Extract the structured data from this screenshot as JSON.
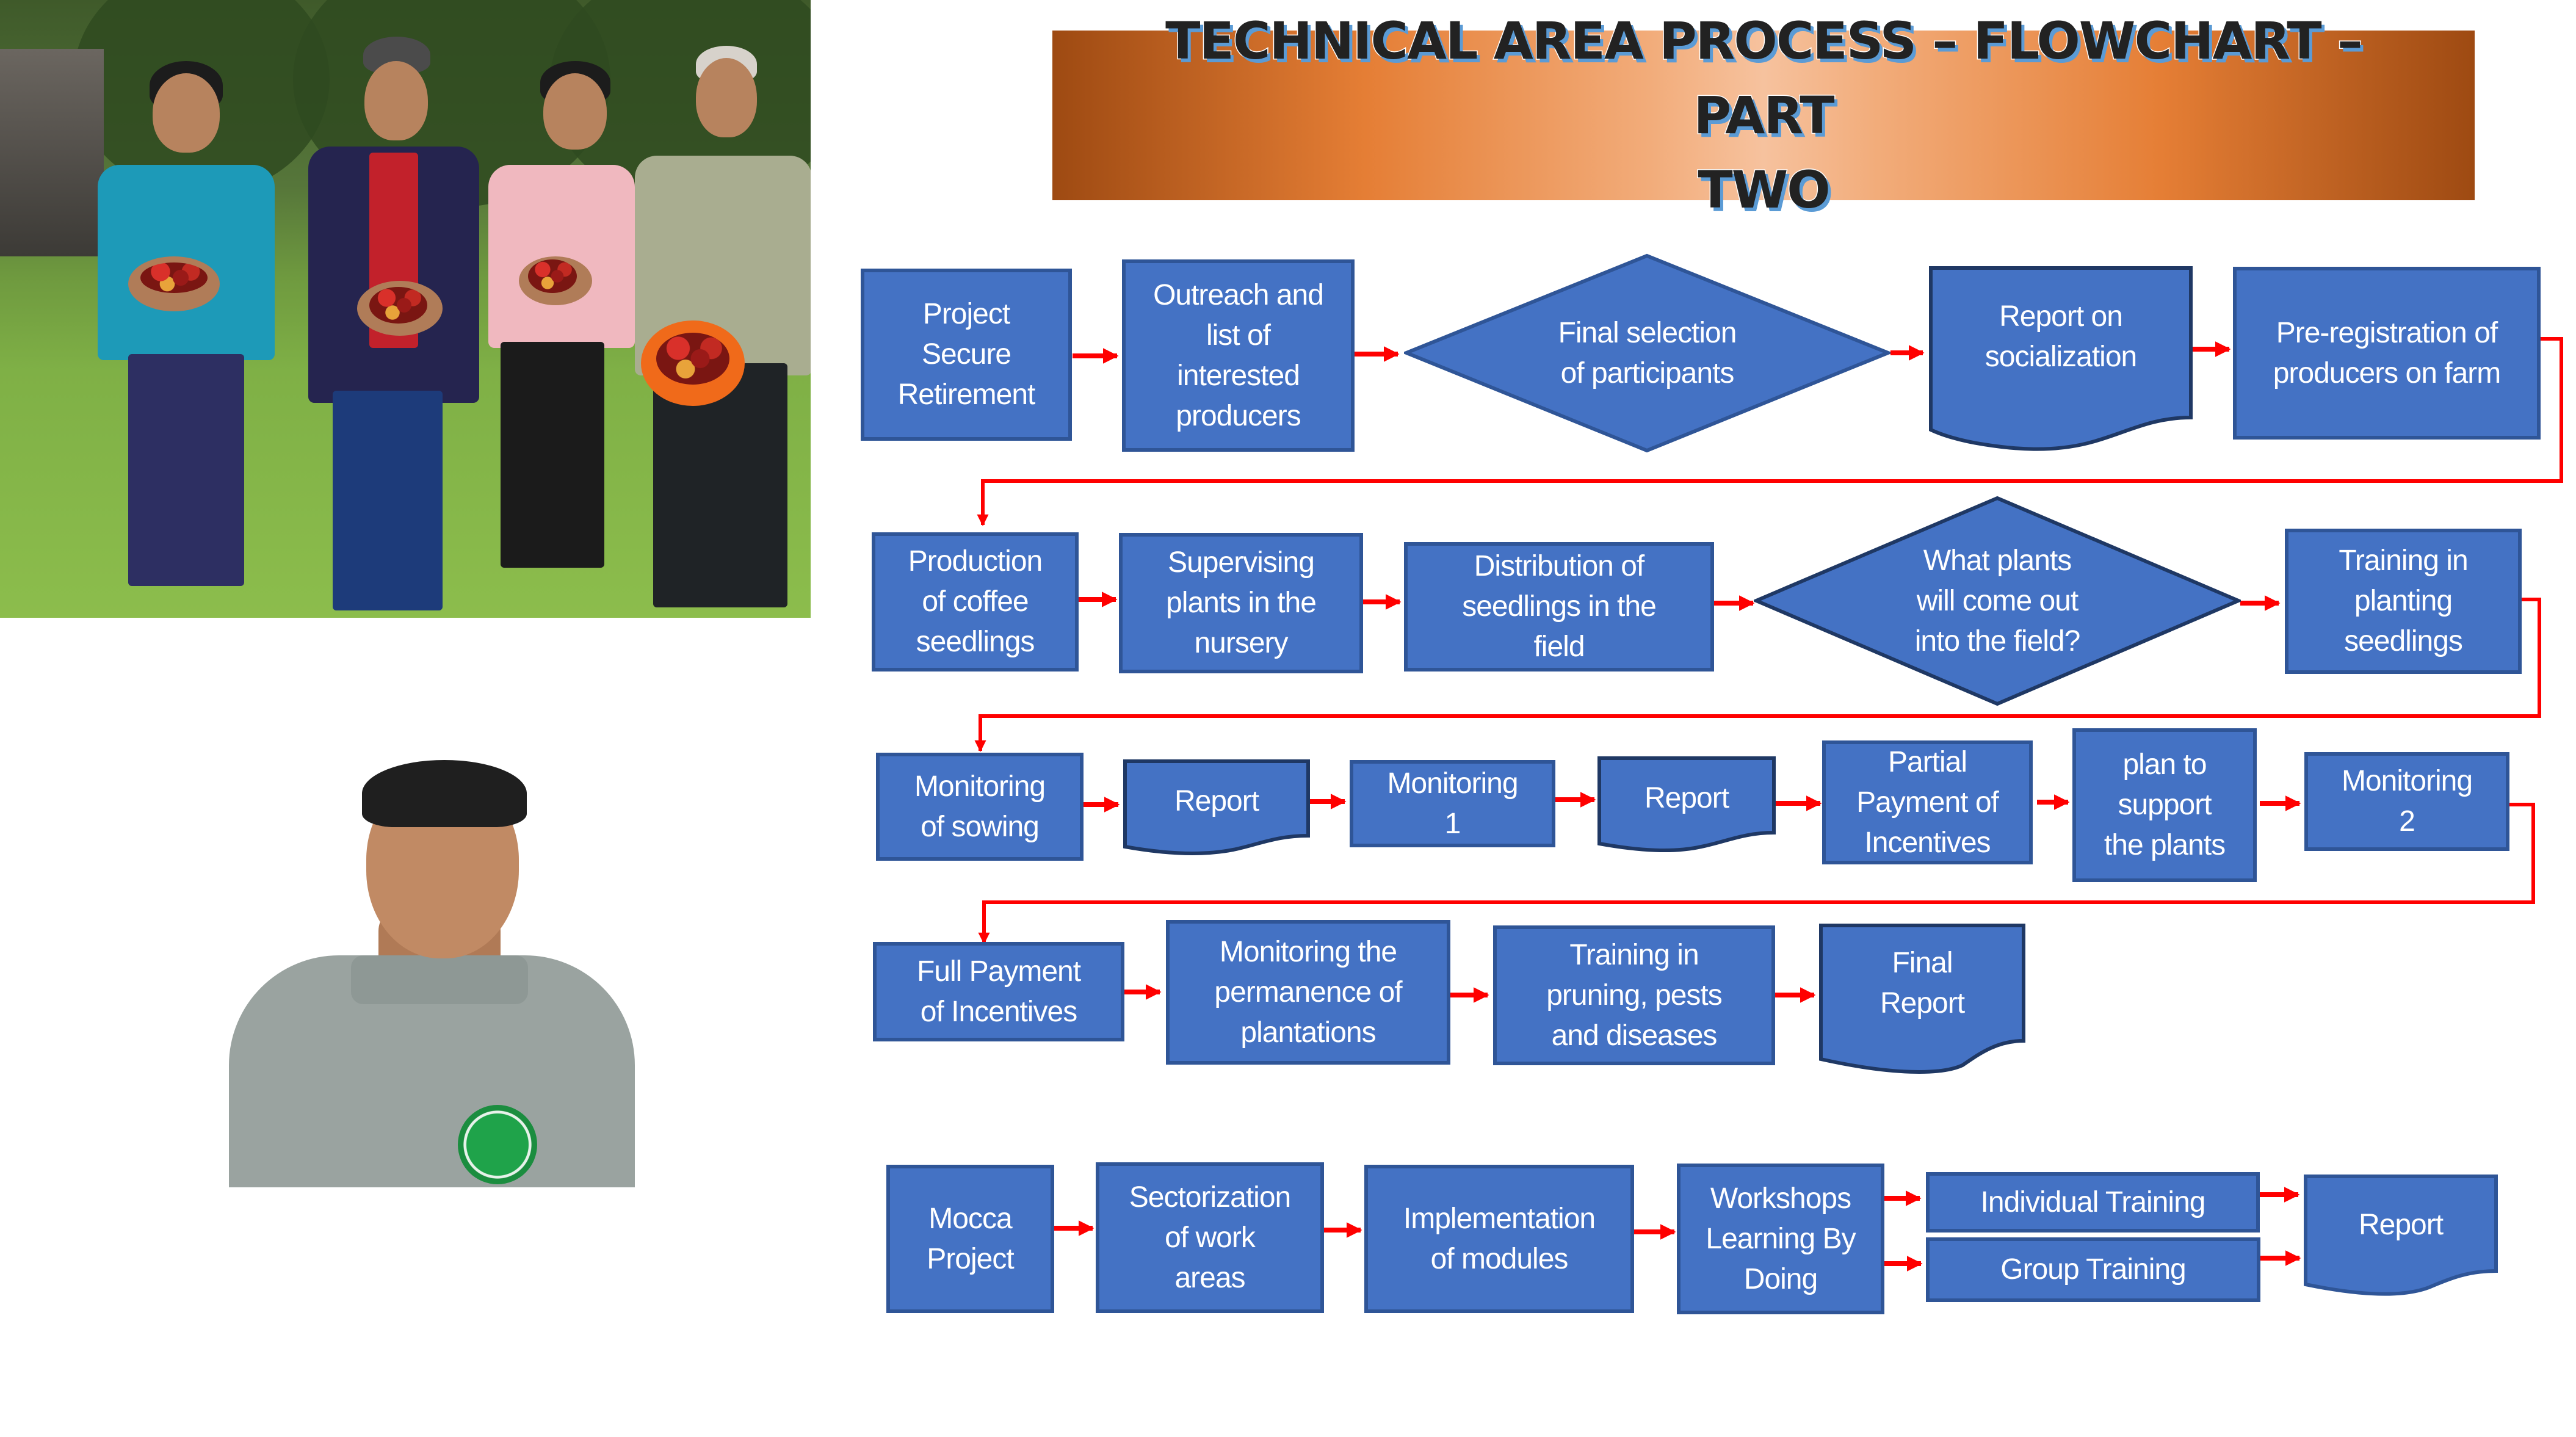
{
  "title": {
    "line1": "TECHNICAL AREA PROCESS – FLOWCHART – PART",
    "line2": "TWO",
    "gradient_colors": [
      "#9e4a12",
      "#e57e35",
      "#f6c29e"
    ]
  },
  "colors": {
    "node_fill": "#4472c4",
    "node_border": "#2f5597",
    "node_text": "#ffffff",
    "connector": "#ff0000"
  },
  "photos": {
    "group": {
      "description": "Four coffee producers holding harvested coffee cherries on a lawn"
    },
    "portrait": {
      "description": "Portrait of a man in a grey polo shirt with a green cooperative logo"
    }
  },
  "flowchart": {
    "row1": [
      {
        "id": "project-secure-retirement",
        "shape": "process",
        "label": "Project\nSecure\nRetirement"
      },
      {
        "id": "outreach",
        "shape": "process",
        "label": "Outreach and\nlist of\ninterested\nproducers"
      },
      {
        "id": "final-selection",
        "shape": "decision",
        "label": "Final selection\nof participants"
      },
      {
        "id": "report-socialization",
        "shape": "document",
        "label": "Report on\nsocialization"
      },
      {
        "id": "pre-registration",
        "shape": "process",
        "label": "Pre-registration of\nproducers on farm"
      }
    ],
    "row2": [
      {
        "id": "production-seedlings",
        "shape": "process",
        "label": "Production\nof coffee\nseedlings"
      },
      {
        "id": "supervising-nursery",
        "shape": "process",
        "label": "Supervising\nplants in the\nnursery"
      },
      {
        "id": "distribution-seedlings",
        "shape": "process",
        "label": "Distribution of\nseedlings in the\nfield"
      },
      {
        "id": "what-plants",
        "shape": "decision",
        "label": "What plants\nwill come out\ninto the field?"
      },
      {
        "id": "training-planting",
        "shape": "process",
        "label": "Training in\nplanting\nseedlings"
      }
    ],
    "row3": [
      {
        "id": "monitoring-sowing",
        "shape": "process",
        "label": "Monitoring\nof sowing"
      },
      {
        "id": "report-a",
        "shape": "document",
        "label": "Report"
      },
      {
        "id": "monitoring-1",
        "shape": "process",
        "label": "Monitoring\n1"
      },
      {
        "id": "report-b",
        "shape": "document",
        "label": "Report"
      },
      {
        "id": "partial-payment",
        "shape": "process",
        "label": "Partial\nPayment of\nIncentives"
      },
      {
        "id": "plan-support",
        "shape": "process",
        "label": "plan to\nsupport\nthe plants"
      },
      {
        "id": "monitoring-2",
        "shape": "process",
        "label": "Monitoring\n2"
      }
    ],
    "row4": [
      {
        "id": "full-payment",
        "shape": "process",
        "label": "Full Payment\nof Incentives"
      },
      {
        "id": "monitoring-permanence",
        "shape": "process",
        "label": "Monitoring the\npermanence of\nplantations"
      },
      {
        "id": "training-pruning",
        "shape": "process",
        "label": "Training in\npruning, pests\nand diseases"
      },
      {
        "id": "final-report",
        "shape": "document",
        "label": "Final\nReport"
      }
    ],
    "row5": [
      {
        "id": "mocca-project",
        "shape": "process",
        "label": "Mocca\nProject"
      },
      {
        "id": "sectorization",
        "shape": "process",
        "label": "Sectorization\nof work\nareas"
      },
      {
        "id": "implementation",
        "shape": "process",
        "label": "Implementation\nof modules"
      },
      {
        "id": "workshops",
        "shape": "process",
        "label": "Workshops\nLearning By\nDoing"
      },
      {
        "id": "individual-training",
        "shape": "process",
        "label": "Individual Training"
      },
      {
        "id": "group-training",
        "shape": "process",
        "label": "Group Training"
      },
      {
        "id": "report-c",
        "shape": "document",
        "label": "Report"
      }
    ]
  }
}
